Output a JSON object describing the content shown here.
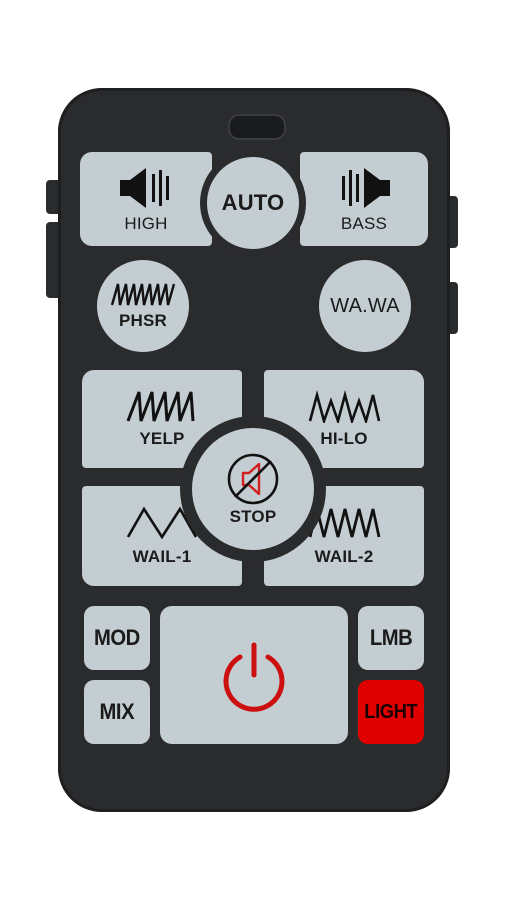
{
  "remote": {
    "top_row": {
      "high_label": "HIGH",
      "auto_label": "AUTO",
      "bass_label": "BASS"
    },
    "effects": {
      "phaser_label": "PHSR",
      "wawa_label": "WA.WA"
    },
    "siren_tones": {
      "yelp_label": "YELP",
      "hilo_label": "HI-LO",
      "wail1_label": "WAIL-1",
      "wail2_label": "WAIL-2",
      "stop_label": "STOP"
    },
    "bottom": {
      "mod_label": "MOD",
      "mix_label": "MIX",
      "lmb_label": "LMB",
      "light_label": "LIGHT"
    },
    "icons": {
      "high": "speaker-high-icon",
      "bass": "speaker-bass-icon",
      "phaser": "phaser-wave-icon",
      "yelp": "yelp-wave-icon",
      "hilo": "hilo-wave-icon",
      "wail1": "wail1-wave-icon",
      "wail2": "wail2-wave-icon",
      "stop": "mute-speaker-icon",
      "power": "power-icon"
    },
    "colors": {
      "body": "#2a2b2d",
      "key": "#c4cdd1",
      "light_active": "#e00000",
      "power_icon": "#cc1010",
      "stop_icon": "#d02020"
    }
  }
}
